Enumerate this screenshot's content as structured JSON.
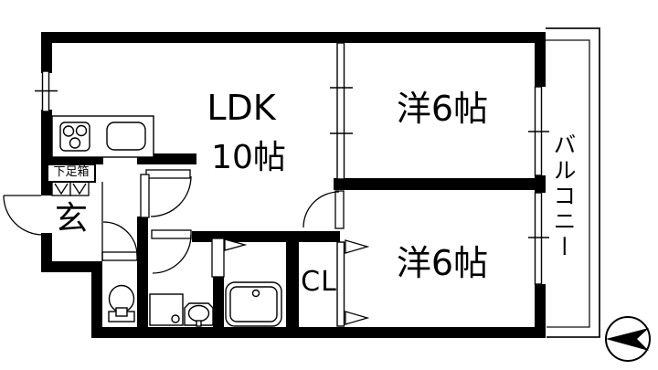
{
  "floorplan": {
    "type": "apartment-floor-plan",
    "rooms": {
      "ldk": {
        "name": "LDK",
        "size": "10帖"
      },
      "bedroom1": {
        "label": "洋6帖"
      },
      "bedroom2": {
        "label": "洋6帖"
      },
      "balcony": {
        "label": "バルコニー"
      },
      "entrance": {
        "label": "玄"
      },
      "closet": {
        "label": "CL"
      },
      "shoe_box": {
        "label": "下足箱"
      }
    },
    "fixtures": [
      "kitchen-counter",
      "stove-3-burner",
      "kitchen-sink",
      "toilet",
      "washing-machine-pan",
      "washbasin",
      "bathtub",
      "shoe-cabinet",
      "north-arrow"
    ],
    "colors": {
      "wall": "#000000",
      "background": "#ffffff",
      "line": "#1a1a1a",
      "text": "#000000"
    }
  }
}
